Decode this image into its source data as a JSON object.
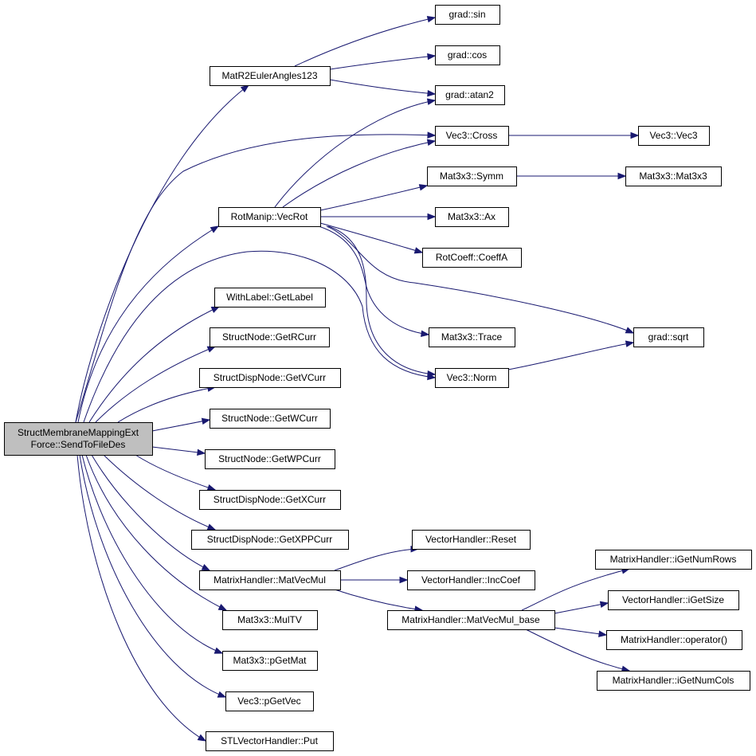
{
  "graph": {
    "root": "n_root",
    "nodes": [
      {
        "id": "n_root",
        "label_lines": [
          "StructMembraneMappingExt",
          "Force::SendToFileDes"
        ],
        "is_root": true
      },
      {
        "id": "n_mat2euler",
        "label_lines": [
          "MatR2EulerAngles123"
        ]
      },
      {
        "id": "n_sin",
        "label_lines": [
          "grad::sin"
        ]
      },
      {
        "id": "n_cos",
        "label_lines": [
          "grad::cos"
        ]
      },
      {
        "id": "n_atan2",
        "label_lines": [
          "grad::atan2"
        ]
      },
      {
        "id": "n_cross",
        "label_lines": [
          "Vec3::Cross"
        ]
      },
      {
        "id": "n_vec3",
        "label_lines": [
          "Vec3::Vec3"
        ]
      },
      {
        "id": "n_symm",
        "label_lines": [
          "Mat3x3::Symm"
        ]
      },
      {
        "id": "n_mat3x3",
        "label_lines": [
          "Mat3x3::Mat3x3"
        ]
      },
      {
        "id": "n_vecrot",
        "label_lines": [
          "RotManip::VecRot"
        ]
      },
      {
        "id": "n_ax",
        "label_lines": [
          "Mat3x3::Ax"
        ]
      },
      {
        "id": "n_coeffa",
        "label_lines": [
          "RotCoeff::CoeffA"
        ]
      },
      {
        "id": "n_getlabel",
        "label_lines": [
          "WithLabel::GetLabel"
        ]
      },
      {
        "id": "n_sqrt",
        "label_lines": [
          "grad::sqrt"
        ]
      },
      {
        "id": "n_getrcurr",
        "label_lines": [
          "StructNode::GetRCurr"
        ]
      },
      {
        "id": "n_trace",
        "label_lines": [
          "Mat3x3::Trace"
        ]
      },
      {
        "id": "n_getvcurr",
        "label_lines": [
          "StructDispNode::GetVCurr"
        ]
      },
      {
        "id": "n_norm",
        "label_lines": [
          "Vec3::Norm"
        ]
      },
      {
        "id": "n_getwcurr",
        "label_lines": [
          "StructNode::GetWCurr"
        ]
      },
      {
        "id": "n_getwpcurr",
        "label_lines": [
          "StructNode::GetWPCurr"
        ]
      },
      {
        "id": "n_getxcurr",
        "label_lines": [
          "StructDispNode::GetXCurr"
        ]
      },
      {
        "id": "n_getxppcurr",
        "label_lines": [
          "StructDispNode::GetXPPCurr"
        ]
      },
      {
        "id": "n_vh_reset",
        "label_lines": [
          "VectorHandler::Reset"
        ]
      },
      {
        "id": "n_mh_getnumrows",
        "label_lines": [
          "MatrixHandler::iGetNumRows"
        ]
      },
      {
        "id": "n_mh_matvecmul",
        "label_lines": [
          "MatrixHandler::MatVecMul"
        ]
      },
      {
        "id": "n_vh_inccoef",
        "label_lines": [
          "VectorHandler::IncCoef"
        ]
      },
      {
        "id": "n_vh_getsize",
        "label_lines": [
          "VectorHandler::iGetSize"
        ]
      },
      {
        "id": "n_mh_matvecmul_base",
        "label_lines": [
          "MatrixHandler::MatVecMul_base"
        ]
      },
      {
        "id": "n_multv",
        "label_lines": [
          "Mat3x3::MulTV"
        ]
      },
      {
        "id": "n_mh_operator",
        "label_lines": [
          "MatrixHandler::operator()"
        ]
      },
      {
        "id": "n_mh_getnumcols",
        "label_lines": [
          "MatrixHandler::iGetNumCols"
        ]
      },
      {
        "id": "n_pgetmat",
        "label_lines": [
          "Mat3x3::pGetMat"
        ]
      },
      {
        "id": "n_pgetvec",
        "label_lines": [
          "Vec3::pGetVec"
        ]
      },
      {
        "id": "n_put",
        "label_lines": [
          "STLVectorHandler::Put"
        ]
      }
    ],
    "edges": [
      {
        "from": "n_root",
        "to": "n_mat2euler"
      },
      {
        "from": "n_root",
        "to": "n_cross"
      },
      {
        "from": "n_root",
        "to": "n_vecrot"
      },
      {
        "from": "n_root",
        "to": "n_norm"
      },
      {
        "from": "n_root",
        "to": "n_getlabel"
      },
      {
        "from": "n_root",
        "to": "n_getrcurr"
      },
      {
        "from": "n_root",
        "to": "n_getvcurr"
      },
      {
        "from": "n_root",
        "to": "n_getwcurr"
      },
      {
        "from": "n_root",
        "to": "n_getwpcurr"
      },
      {
        "from": "n_root",
        "to": "n_getxcurr"
      },
      {
        "from": "n_root",
        "to": "n_getxppcurr"
      },
      {
        "from": "n_root",
        "to": "n_mh_matvecmul"
      },
      {
        "from": "n_root",
        "to": "n_multv"
      },
      {
        "from": "n_root",
        "to": "n_pgetmat"
      },
      {
        "from": "n_root",
        "to": "n_pgetvec"
      },
      {
        "from": "n_root",
        "to": "n_put"
      },
      {
        "from": "n_mat2euler",
        "to": "n_sin"
      },
      {
        "from": "n_mat2euler",
        "to": "n_cos"
      },
      {
        "from": "n_mat2euler",
        "to": "n_atan2"
      },
      {
        "from": "n_vecrot",
        "to": "n_atan2"
      },
      {
        "from": "n_vecrot",
        "to": "n_cross"
      },
      {
        "from": "n_vecrot",
        "to": "n_symm"
      },
      {
        "from": "n_vecrot",
        "to": "n_ax"
      },
      {
        "from": "n_vecrot",
        "to": "n_coeffa"
      },
      {
        "from": "n_vecrot",
        "to": "n_sqrt"
      },
      {
        "from": "n_vecrot",
        "to": "n_trace"
      },
      {
        "from": "n_vecrot",
        "to": "n_norm"
      },
      {
        "from": "n_cross",
        "to": "n_vec3"
      },
      {
        "from": "n_symm",
        "to": "n_mat3x3"
      },
      {
        "from": "n_norm",
        "to": "n_sqrt"
      },
      {
        "from": "n_mh_matvecmul",
        "to": "n_vh_reset"
      },
      {
        "from": "n_mh_matvecmul",
        "to": "n_vh_inccoef"
      },
      {
        "from": "n_mh_matvecmul",
        "to": "n_mh_matvecmul_base"
      },
      {
        "from": "n_mh_matvecmul_base",
        "to": "n_mh_getnumrows"
      },
      {
        "from": "n_mh_matvecmul_base",
        "to": "n_vh_getsize"
      },
      {
        "from": "n_mh_matvecmul_base",
        "to": "n_mh_operator"
      },
      {
        "from": "n_mh_matvecmul_base",
        "to": "n_mh_getnumcols"
      }
    ]
  },
  "colors": {
    "edge": "#191970",
    "root_fill": "#bfbfbf",
    "node_fill": "#ffffff",
    "border": "#000000"
  }
}
